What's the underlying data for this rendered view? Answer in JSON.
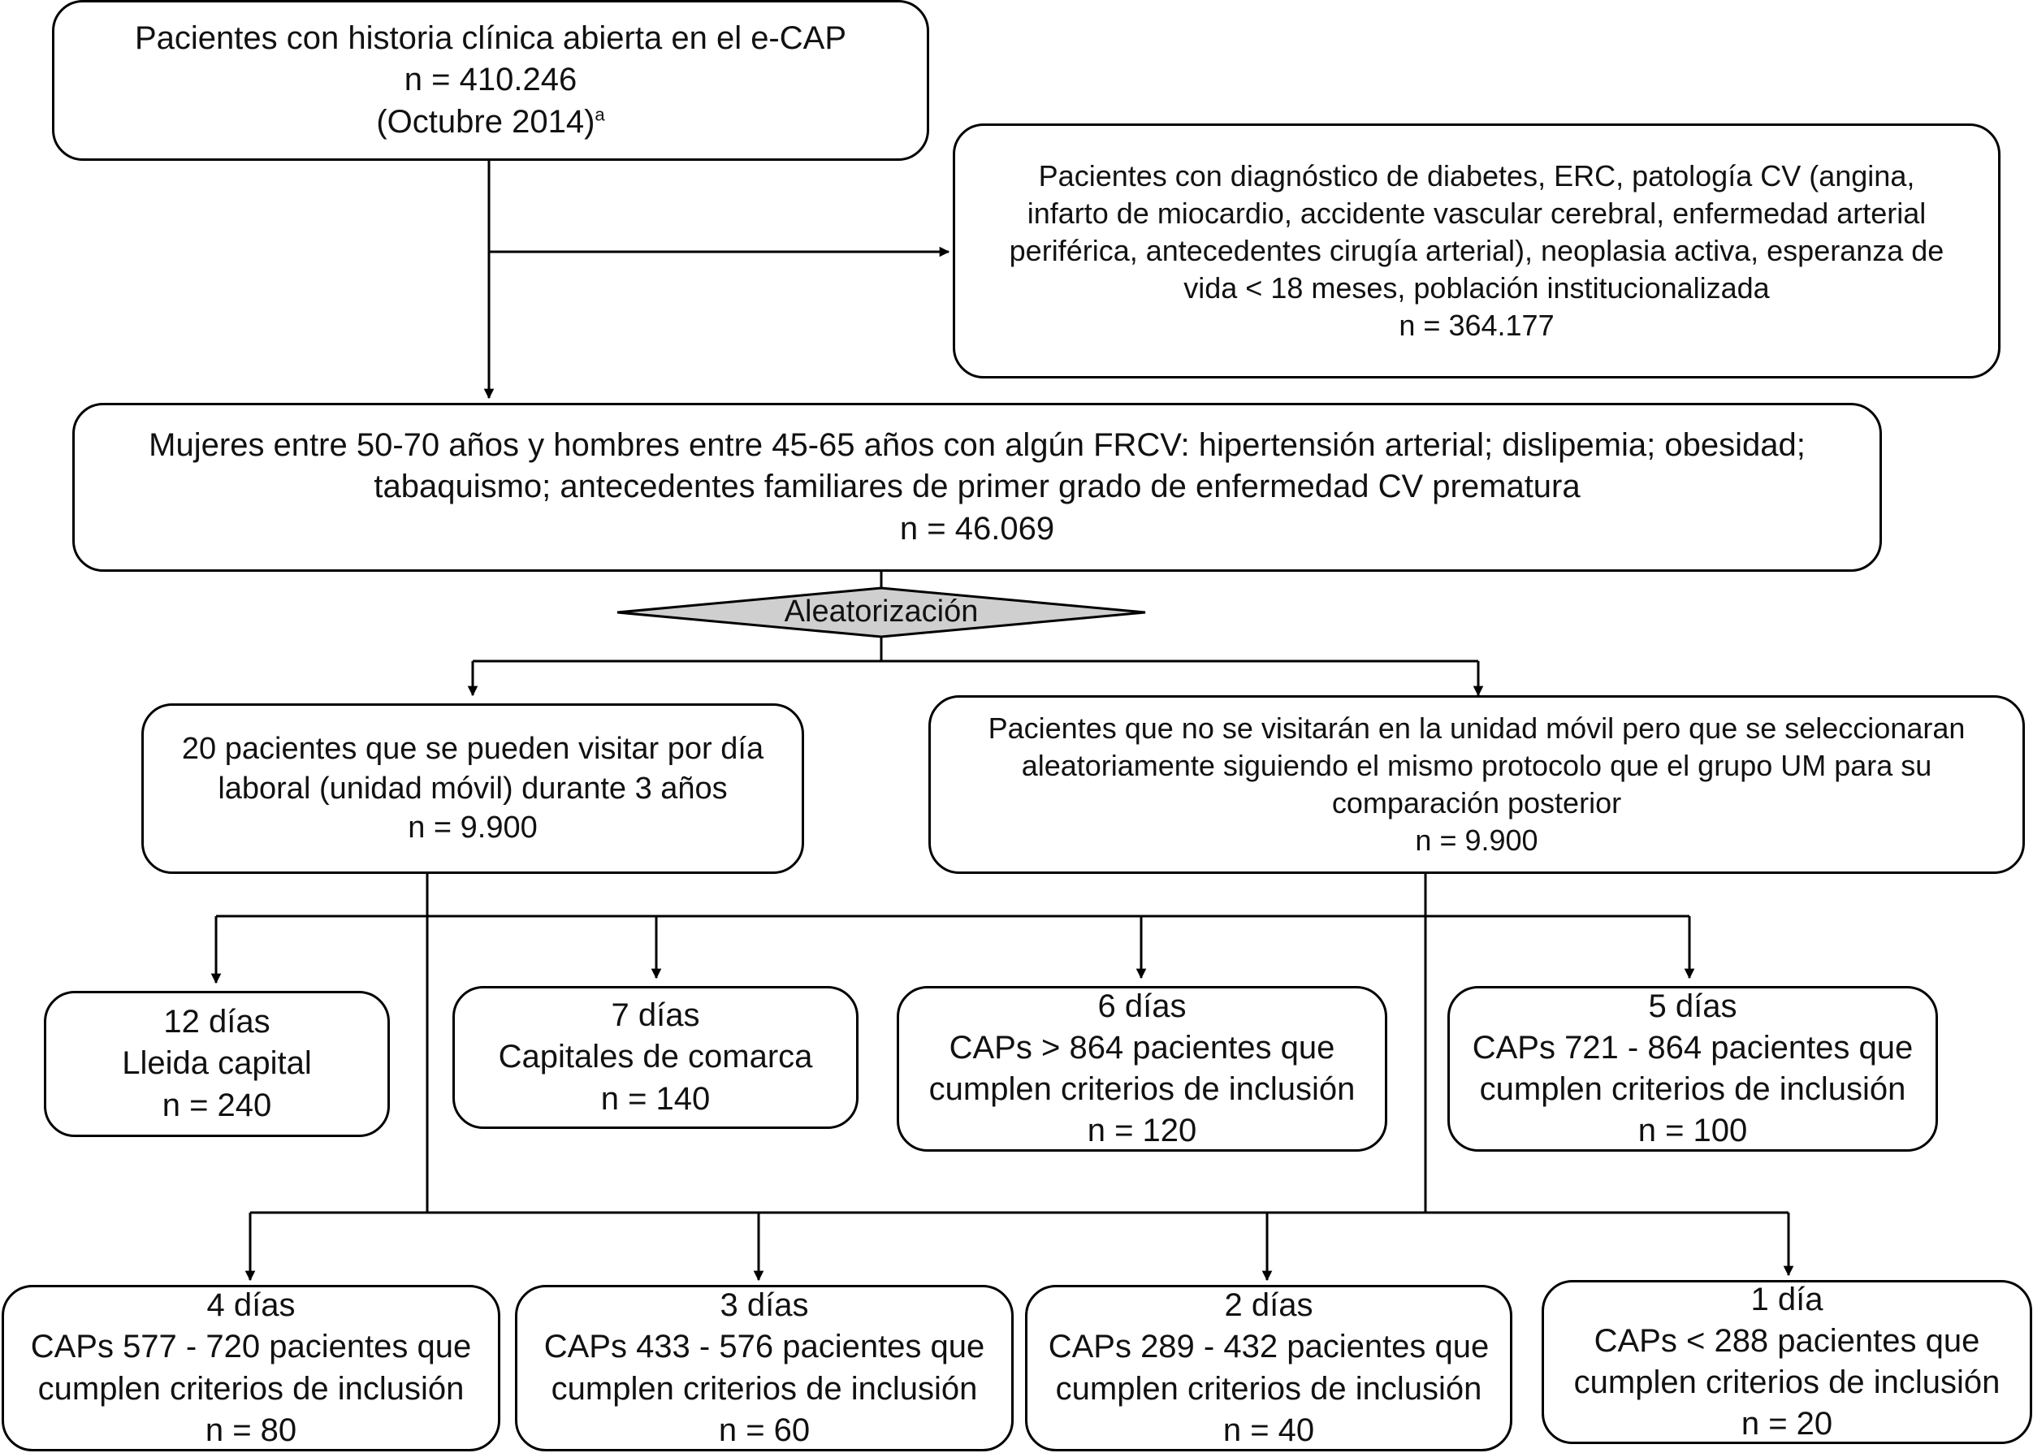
{
  "top_box": {
    "line1": "Pacientes con historia clínica abierta en el e-CAP",
    "line2": "n = 410.246",
    "line3": "(Octubre 2014)",
    "footnote_mark": "a"
  },
  "exclusion_box": {
    "line1": "Pacientes con diagnóstico de diabetes, ERC, patología CV (angina,",
    "line2": "infarto de miocardio, accidente vascular cerebral, enfermedad arterial",
    "line3": "periférica, antecedentes cirugía arterial), neoplasia activa, esperanza de",
    "line4": "vida < 18 meses, población institucionalizada",
    "line5": "n = 364.177"
  },
  "eligible_box": {
    "line1": "Mujeres entre 50-70 años y hombres entre 45-65 años con algún FRCV: hipertensión arterial; dislipemia; obesidad;",
    "line2": "tabaquismo; antecedentes familiares de primer grado de enfermedad CV prematura",
    "line3": "n = 46.069"
  },
  "randomization": {
    "label": "Aleatorización"
  },
  "mobile_group": {
    "line1": "20 pacientes que se pueden visitar por día",
    "line2": "laboral (unidad móvil) durante 3 años",
    "line3": "n = 9.900"
  },
  "control_group": {
    "line1": "Pacientes que no se visitarán en la unidad móvil pero que se seleccionaran",
    "line2": "aleatoriamente siguiendo el mismo protocolo que el grupo UM para su",
    "line3": "comparación posterior",
    "line4": "n = 9.900"
  },
  "row1": [
    {
      "days": "12 días",
      "desc1": "Lleida capital",
      "desc2": "",
      "n": "n = 240"
    },
    {
      "days": "7 días",
      "desc1": "Capitales de comarca",
      "desc2": "",
      "n": "n = 140"
    },
    {
      "days": "6 días",
      "desc1": "CAPs > 864 pacientes que",
      "desc2": "cumplen criterios de inclusión",
      "n": "n = 120"
    },
    {
      "days": "5 días",
      "desc1": "CAPs 721 - 864 pacientes que",
      "desc2": "cumplen criterios de inclusión",
      "n": "n = 100"
    }
  ],
  "row2": [
    {
      "days": "4 días",
      "desc1": "CAPs 577 - 720 pacientes que",
      "desc2": "cumplen criterios de inclusión",
      "n": "n = 80"
    },
    {
      "days": "3 días",
      "desc1": "CAPs 433 - 576 pacientes que",
      "desc2": "cumplen criterios de inclusión",
      "n": "n = 60"
    },
    {
      "days": "2 días",
      "desc1": "CAPs 289 - 432 pacientes que",
      "desc2": "cumplen criterios de inclusión",
      "n": "n = 40"
    },
    {
      "days": "1 día",
      "desc1": "CAPs < 288 pacientes que",
      "desc2": "cumplen criterios de inclusión",
      "n": "n = 20"
    }
  ]
}
